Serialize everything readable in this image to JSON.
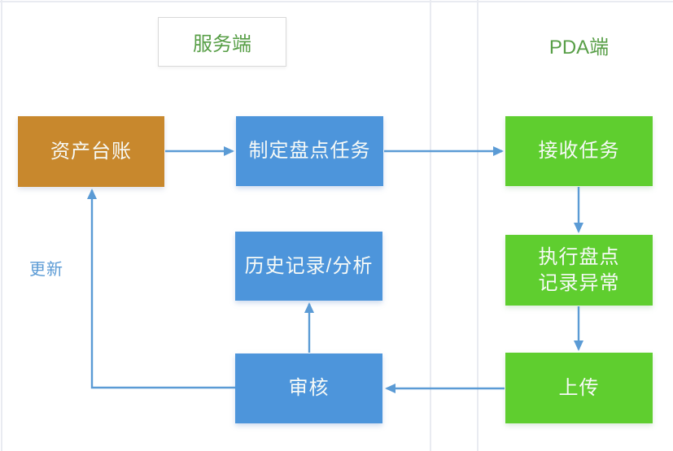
{
  "diagram": {
    "header": {
      "server_label": "服务端",
      "pda_label": "PDA端"
    },
    "nodes": {
      "asset_ledger": {
        "label": "资产台账",
        "color": "#C8882D"
      },
      "create_task": {
        "label": "制定盘点任务",
        "color": "#4D95DB"
      },
      "receive_task": {
        "label": "接收任务",
        "color": "#5FCE2F"
      },
      "history_analysis": {
        "label": "历史记录/分析",
        "color": "#4D95DB"
      },
      "execute_count": {
        "label": "执行盘点\n记录异常",
        "color": "#5FCE2F"
      },
      "review": {
        "label": "审核",
        "color": "#4D95DB"
      },
      "upload": {
        "label": "上传",
        "color": "#5FCE2F"
      }
    },
    "edge_labels": {
      "update": "更新"
    },
    "colors": {
      "arrow": "#5B9BD5",
      "header_text_green": "#579E46",
      "divider_line": "#E9EBF1",
      "node_text": "#F7FAF7",
      "label_box_border": "#D9D9D9"
    }
  }
}
